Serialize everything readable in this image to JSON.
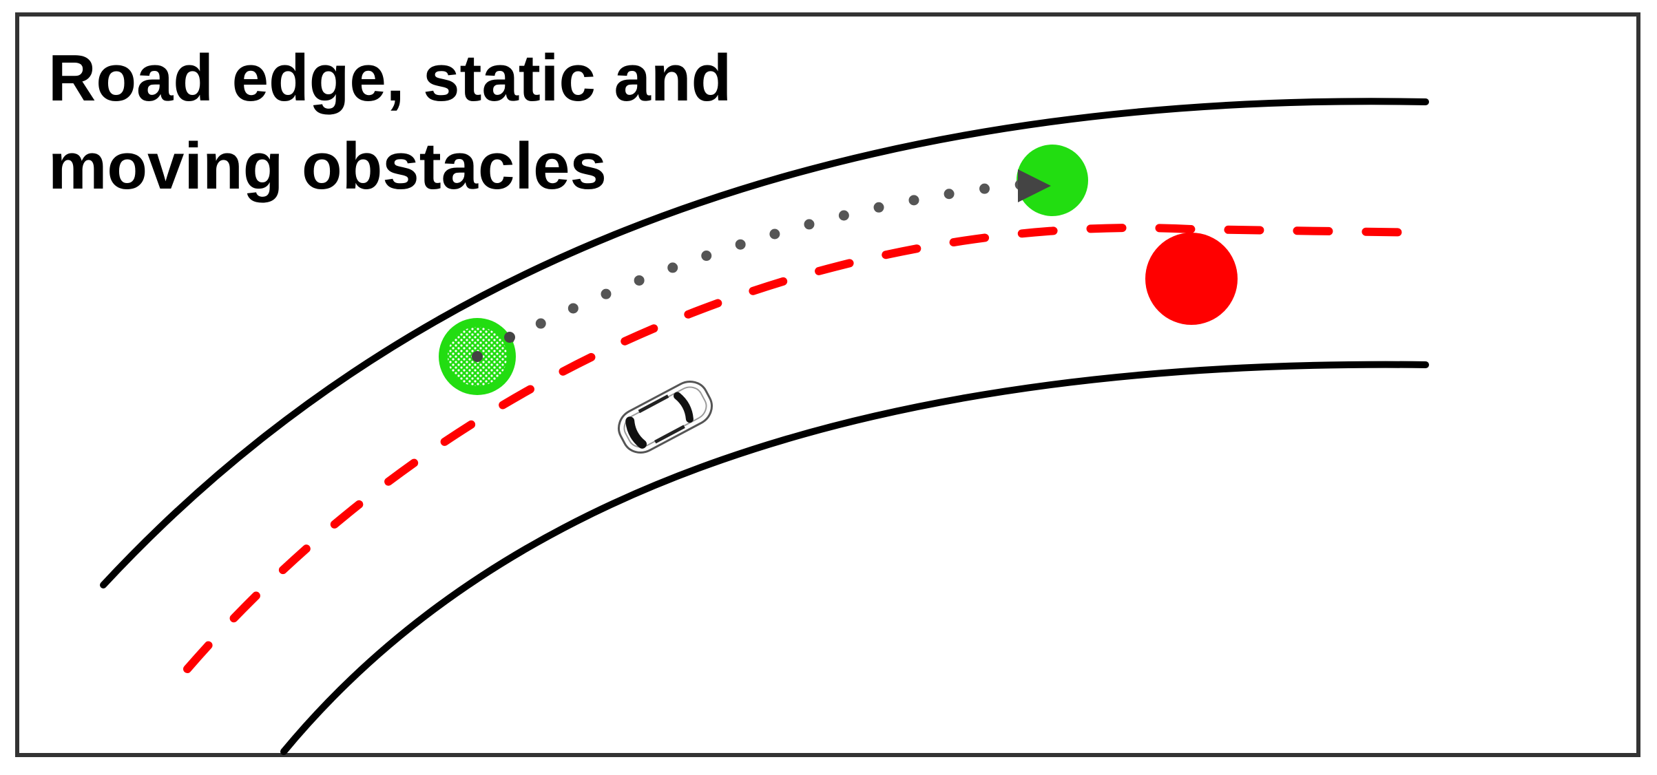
{
  "diagram": {
    "title_lines": [
      "Road edge, static and",
      "moving obstacles"
    ],
    "colors": {
      "road_edge": "#000000",
      "lane_center": "#ff0000",
      "moving_obstacle": "#22dd11",
      "static_obstacle": "#ff0000",
      "trajectory_dots": "#555555",
      "frame": "#333333"
    },
    "elements": [
      "road-edge-upper",
      "road-edge-lower",
      "lane-centerline-dashed",
      "moving-obstacle-start",
      "moving-obstacle-end",
      "obstacle-trajectory-dotted",
      "static-obstacle",
      "ego-vehicle"
    ]
  }
}
